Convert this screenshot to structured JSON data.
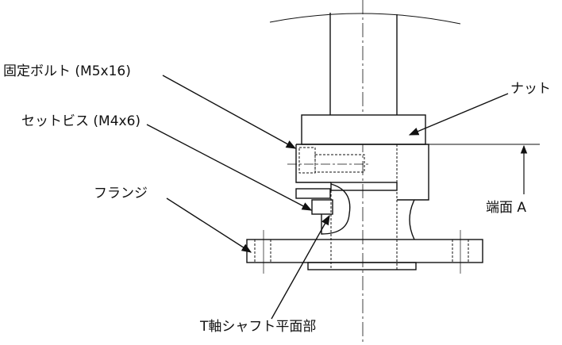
{
  "labels": {
    "bolt": "固定ボルト (M5x16)",
    "setscrew": "セットビス (M4x6)",
    "flange": "フランジ",
    "nut": "ナット",
    "end_face": "端面 A",
    "shaft_flat": "T軸シャフト平面部"
  },
  "colors": {
    "line": "#111111",
    "background": "#ffffff"
  }
}
